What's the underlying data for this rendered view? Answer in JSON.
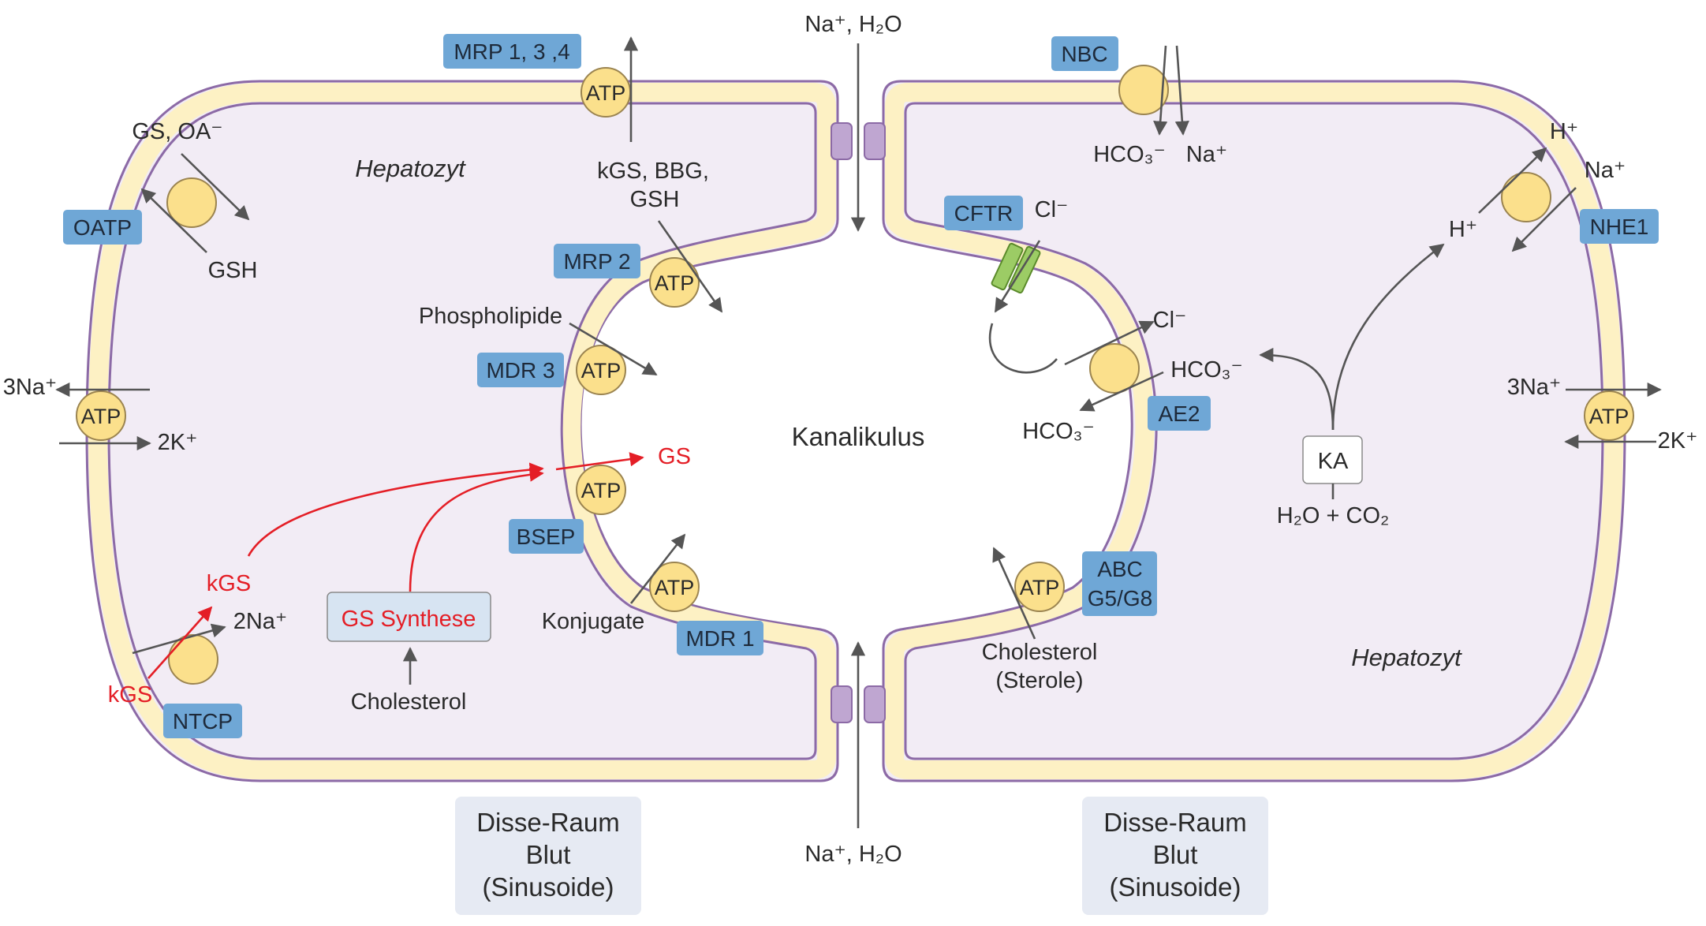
{
  "colors": {
    "membrane_fill": "#fdf1c4",
    "membrane_stroke": "#8c6aa6",
    "cell_interior": "#f2ecf5",
    "transporter_box": "#6fa7d6",
    "atp_circle": "#fbe08c",
    "red_accent": "#e41e26",
    "disse_box": "#e6eaf3",
    "junction": "#bfa6d1",
    "cftr": "#9ccc65"
  },
  "icons": {
    "atp_pump": "yellow-circle",
    "channel": "green-double-bar",
    "tight_junction": "purple-rounded-rect"
  },
  "labels": {
    "hepatozyt_left": "Hepatozyt",
    "hepatozyt_right": "Hepatozyt",
    "kanalikulus": "Kanalikulus",
    "disse_left": [
      "Disse-Raum",
      "Blut",
      "(Sinusoide)"
    ],
    "disse_right": [
      "Disse-Raum",
      "Blut",
      "(Sinusoide)"
    ],
    "atp": "ATP",
    "na_h2o_top": "Na⁺, H₂O",
    "na_h2o_bottom": "Na⁺, H₂O"
  },
  "transporters": {
    "mrp134": "MRP 1, 3 ,4",
    "oatp": "OATP",
    "mrp2": "MRP 2",
    "mdr3": "MDR 3",
    "bsep": "BSEP",
    "mdr1": "MDR 1",
    "ntcp": "NTCP",
    "nbc": "NBC",
    "cftr": "CFTR",
    "ae2": "AE2",
    "abc_line1": "ABC",
    "abc_line2": "G5/G8",
    "nhe1": "NHE1"
  },
  "substrates": {
    "gs_oa": "GS, OA⁻",
    "gsh": "GSH",
    "kgs_bbg": "kGS, BBG,",
    "gsh2": "GSH",
    "phospholipide": "Phospholipide",
    "gs": "GS",
    "kgs_upper": "kGS",
    "kgs_lower": "kGS",
    "two_na": "2Na⁺",
    "gs_synthese": "GS Synthese",
    "cholesterol": "Cholesterol",
    "konjugate": "Konjugate",
    "three_na_left": "3Na⁺",
    "two_k_left": "2K⁺",
    "hco3_nbc": "HCO₃⁻",
    "na_nbc": "Na⁺",
    "cl_cftr": "Cl⁻",
    "cl_ae2": "Cl⁻",
    "hco3_ae2_right": "HCO₃⁻",
    "hco3_ae2_left": "HCO₃⁻",
    "ka": "KA",
    "h2o_co2": "H₂O + CO₂",
    "h_plus_top": "H⁺",
    "h_plus_inner": "H⁺",
    "na_nhe": "Na⁺",
    "three_na_right": "3Na⁺",
    "two_k_right": "2K⁺",
    "cholesterol_sterole_1": "Cholesterol",
    "cholesterol_sterole_2": "(Sterole)"
  }
}
